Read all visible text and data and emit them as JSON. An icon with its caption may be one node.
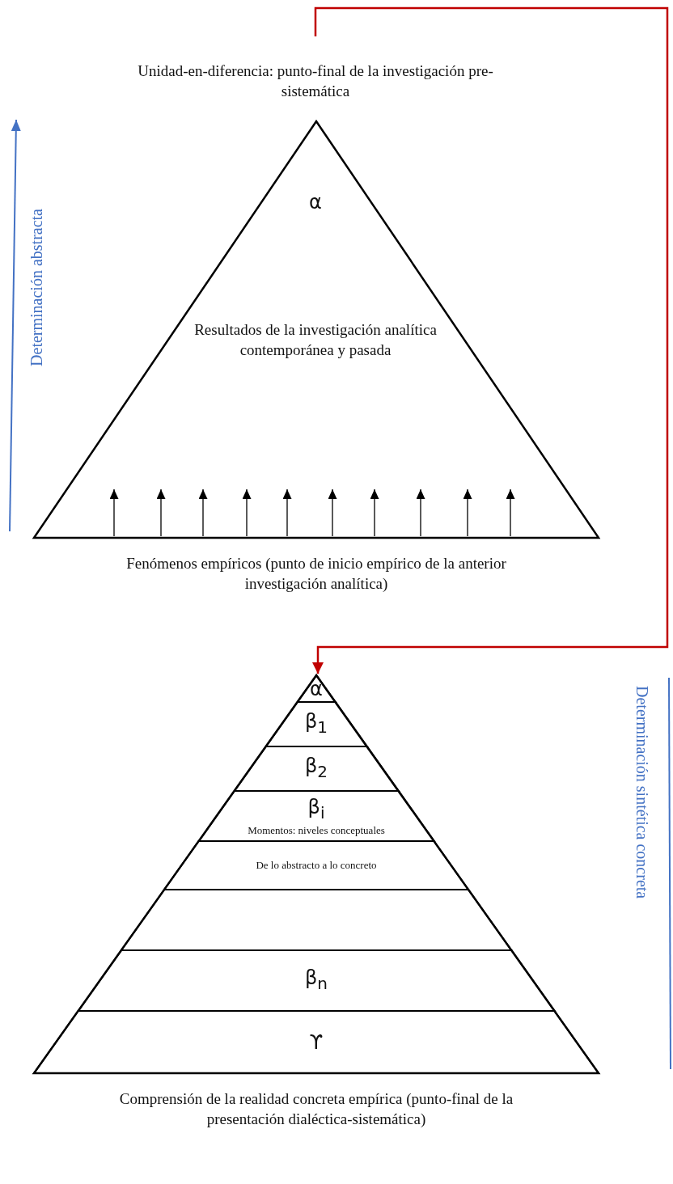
{
  "diagram": {
    "nodes": [
      {
        "text": [
          "Unidad-en-diferencia: punto-final de la investigación pre-sistemática",
          "α",
          "Resultados de la investigación analítica contemporánea y pasada"
        ],
        "beside": [
          "Fenómenos empíricos (punto de inicio empírico de la anterior investigación analítica)"
        ]
      },
      {
        "text": [],
        "shape": "triangle",
        "beside": [
          "Comprensión de la realidad concreta empírica (punto-final de la presentación dialéctica-sistemática)"
        ]
      },
      {
        "text": [
          "α"
        ],
        "in": 1
      },
      {
        "text": [
          "β$_{1}$"
        ],
        "in": 1
      },
      {
        "text": [
          "β$_{2}$"
        ],
        "in": 1
      },
      {
        "text": [
          "β$_{i}$",
          "Momentos: niveles conceptuales"
        ],
        "in": 1
      },
      {
        "text": [
          "De lo abstracto a lo concreto"
        ],
        "in": 1
      },
      {
        "text": [],
        "shape": "band",
        "in": 1
      },
      {
        "text": [
          "β$_{n}$"
        ],
        "in": 1
      },
      {
        "text": [
          "ϒ"
        ],
        "in": 1
      }
    ],
    "edges": [
      {
        "from": 0,
        "to": 1,
        "arrow": "to",
        "color": "#c00000"
      }
    ],
    "labels": [
      "Determinación abstracta",
      "Determinación sintética concreta"
    ]
  }
}
